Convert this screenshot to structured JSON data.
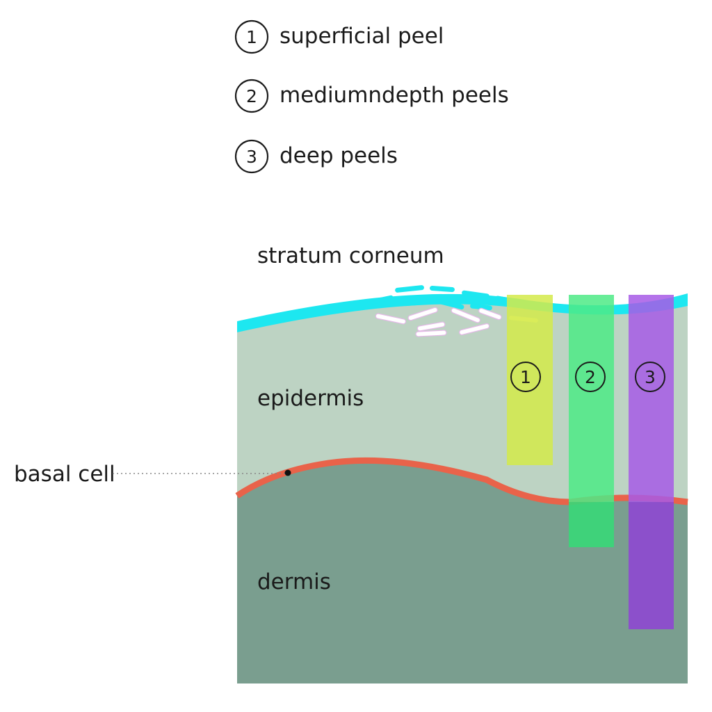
{
  "legend": [
    {
      "num": "1",
      "label": "superficial peel"
    },
    {
      "num": "2",
      "label": "mediumndepth peels"
    },
    {
      "num": "3",
      "label": "deep peels"
    }
  ],
  "layers": {
    "stratum_corneum": "stratum corneum",
    "epidermis": "epidermis",
    "dermis": "dermis",
    "basal_cell": "basal cell"
  },
  "columns": [
    {
      "num": "1",
      "color": "#d4ea4a"
    },
    {
      "num": "2",
      "color": "#4dea86"
    },
    {
      "num": "3",
      "color": "#a75ae6"
    }
  ],
  "colors": {
    "stratum_corneum": "#1de7f0",
    "epidermis": "#bdd3c3",
    "dermis": "#7a9e8f",
    "basal_layer": "#e9634a"
  }
}
